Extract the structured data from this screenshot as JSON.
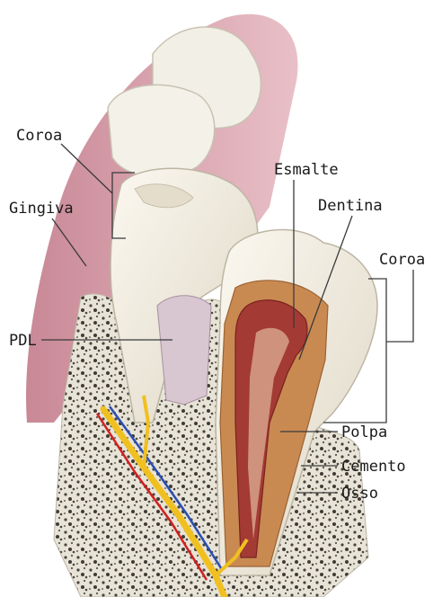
{
  "labels": {
    "crown_left": "Coroa",
    "gingiva": "Gingiva",
    "pdl": "PDL",
    "enamel": "Esmalte",
    "dentin": "Dentina",
    "crown_right": "Coroa",
    "pulp": "Polpa",
    "cementum": "Cemento",
    "bone": "Osso"
  },
  "colors": {
    "gum": "#d9a4b0",
    "enamel": "#f1ede2",
    "dentin": "#c98a52",
    "pulp": "#a43a34",
    "bone": "#e7e2d6",
    "nerve": "#f0c020",
    "artery": "#d02020",
    "vein": "#2a4fb0"
  }
}
